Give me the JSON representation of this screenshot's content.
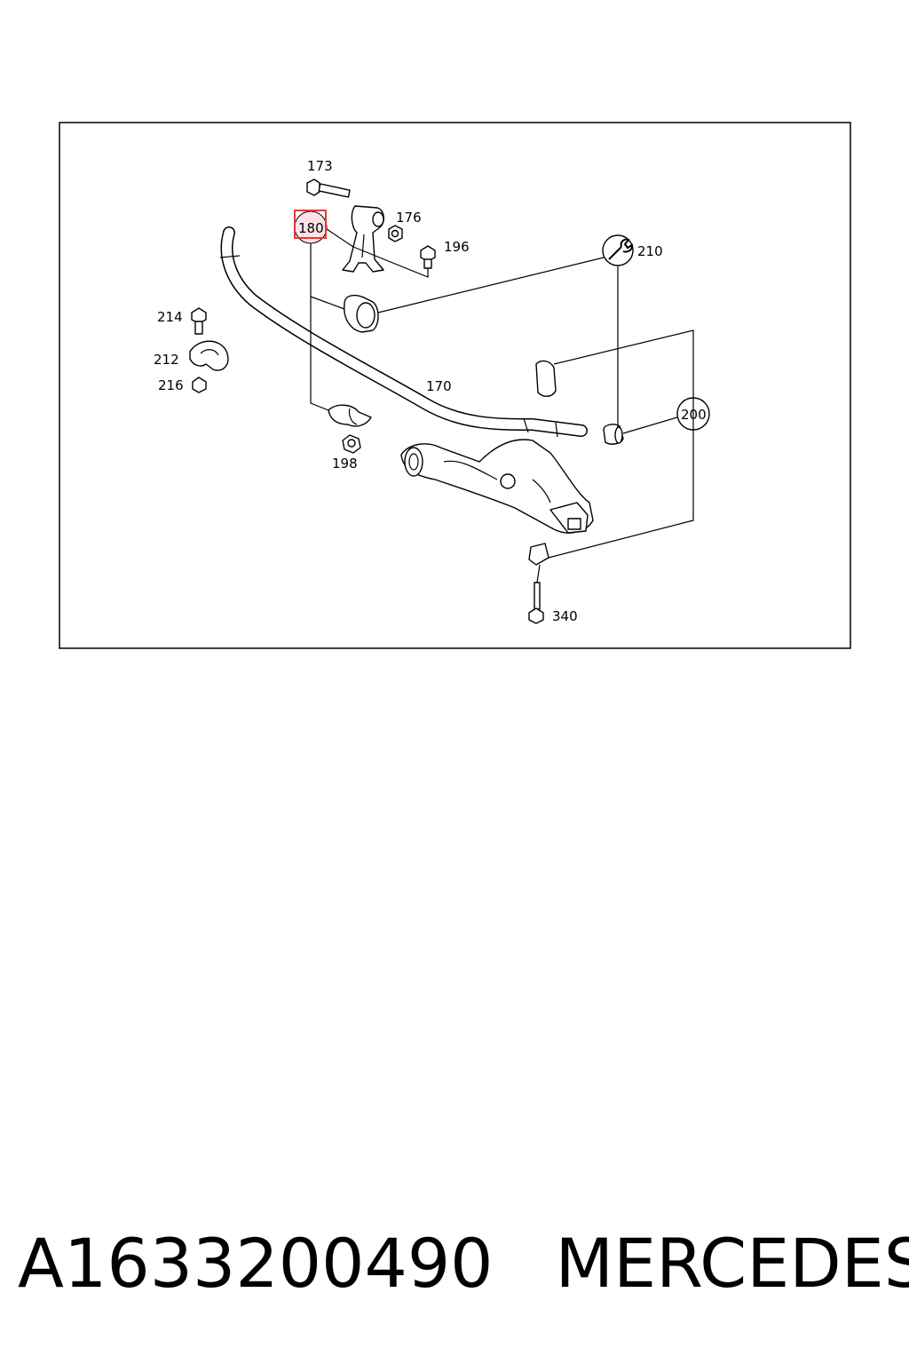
{
  "diagram": {
    "callouts": {
      "c173": "173",
      "c176": "176",
      "c180": "180",
      "c196": "196",
      "c210": "210",
      "c214": "214",
      "c212": "212",
      "c216": "216",
      "c170": "170",
      "c200": "200",
      "c198": "198",
      "c340": "340"
    },
    "highlight_color": "#e53935",
    "highlighted_callout": "180"
  },
  "footer": {
    "part_number": "A1633200490",
    "brand": "MERCEDES"
  }
}
